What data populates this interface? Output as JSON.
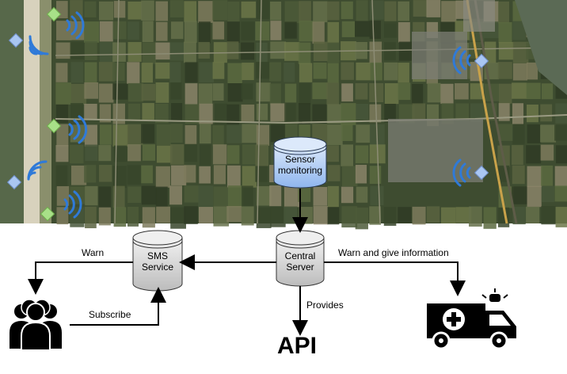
{
  "nodes": {
    "sensor_monitoring": {
      "line1": "Sensor",
      "line2": "monitoring"
    },
    "central_server": {
      "line1": "Central",
      "line2": "Server"
    },
    "sms_service": {
      "line1": "SMS",
      "line2": "Service"
    },
    "api": {
      "label": "API"
    }
  },
  "edges": {
    "warn": "Warn",
    "warn_info": "Warn and give information",
    "subscribe": "Subscribe",
    "provides": "Provides"
  },
  "colors": {
    "sensor_cylinder": "#b8d4f4",
    "server_cylinder": "#d6d6d6",
    "sensor_green": "#a8e088",
    "sensor_blue": "#a9c6f2",
    "signal_blue": "#2f7ad8",
    "field_dark": "#3b4a2c"
  },
  "icons": [
    "people-group-icon",
    "ambulance-icon",
    "wifi-signal-icon"
  ]
}
